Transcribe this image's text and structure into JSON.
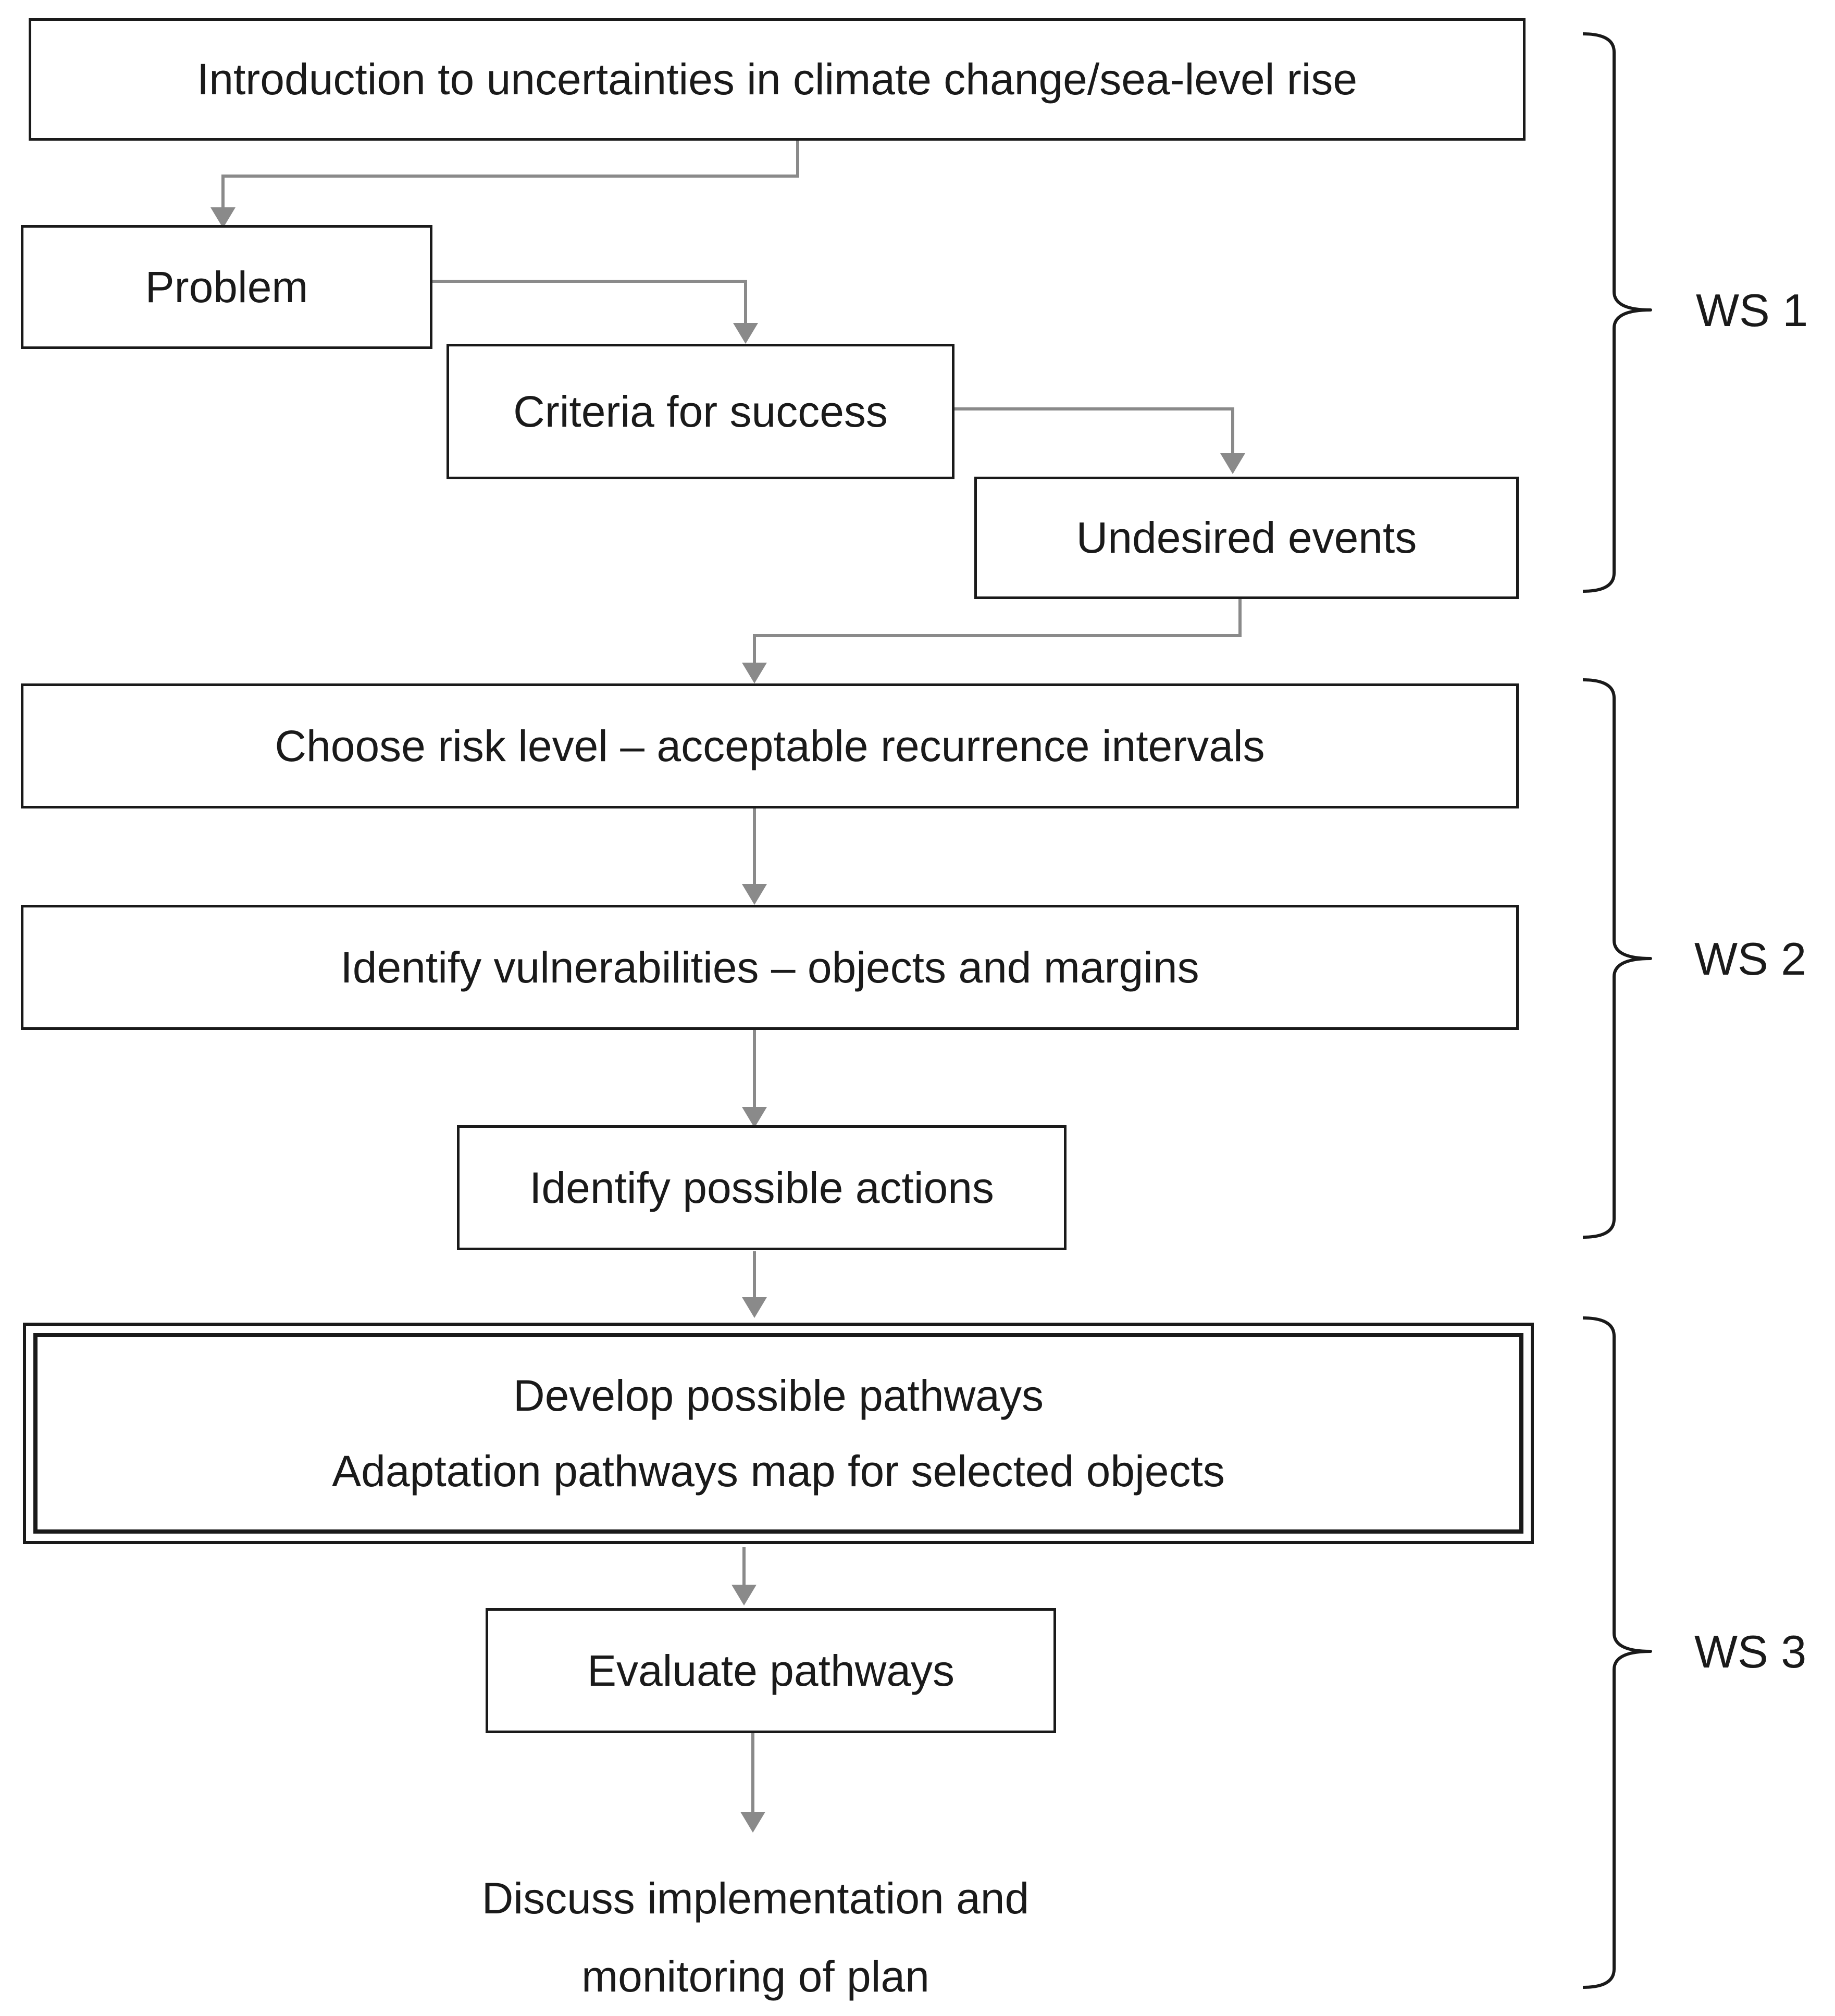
{
  "steps": {
    "intro": "Introduction to uncertainties in climate change/sea-level rise",
    "problem": "Problem",
    "criteria": "Criteria for success",
    "undesired": "Undesired events",
    "risk_level": "Choose risk level – acceptable recurrence intervals",
    "vulnerabilities": "Identify vulnerabilities – objects and margins",
    "actions": "Identify possible actions",
    "pathways_line1": "Develop possible pathways",
    "pathways_line2": "Adaptation pathways map for selected objects",
    "evaluate": "Evaluate pathways",
    "implement_line1": "Discuss implementation and",
    "implement_line2": "monitoring of plan"
  },
  "workshops": {
    "ws1": "WS 1",
    "ws2": "WS 2",
    "ws3": "WS 3"
  },
  "colors": {
    "arrow": "#8a8a8a",
    "border": "#1a1a1a"
  }
}
